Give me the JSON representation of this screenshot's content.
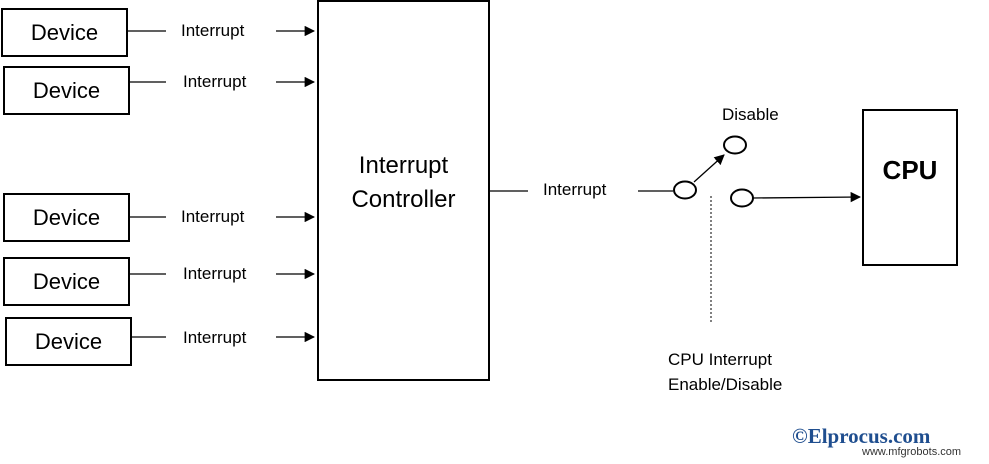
{
  "devices": [
    {
      "label": "Device",
      "signal": "Interrupt"
    },
    {
      "label": "Device",
      "signal": "Interrupt"
    },
    {
      "label": "Device",
      "signal": "Interrupt"
    },
    {
      "label": "Device",
      "signal": "Interrupt"
    },
    {
      "label": "Device",
      "signal": "Interrupt"
    }
  ],
  "controller": {
    "line1": "Interrupt",
    "line2": "Controller"
  },
  "controller_output": "Interrupt",
  "switch": {
    "disable_label": "Disable",
    "caption_line1": "CPU Interrupt",
    "caption_line2": "Enable/Disable"
  },
  "cpu": {
    "label": "CPU"
  },
  "watermark": {
    "brand": "©Elprocus.com",
    "site": "www.mfgrobots.com"
  },
  "colors": {
    "stroke": "#000000",
    "watermark": "#1f4e8f"
  }
}
